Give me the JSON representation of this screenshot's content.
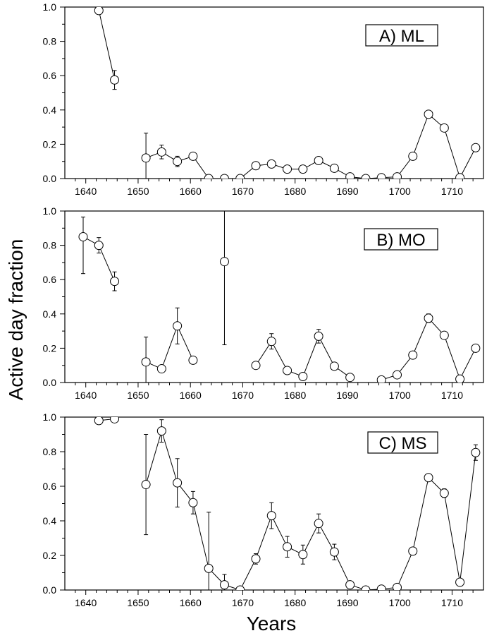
{
  "figure": {
    "ylabel": "Active day fraction",
    "xlabel": "Years"
  },
  "chart_data": [
    {
      "type": "scatter",
      "label": "A)  ML",
      "xlim": [
        1636,
        1716
      ],
      "ylim": [
        0,
        1.0
      ],
      "xticks": [
        1640,
        1650,
        1660,
        1670,
        1680,
        1690,
        1700,
        1710
      ],
      "yticks": [
        0.0,
        0.2,
        0.4,
        0.6,
        0.8,
        1.0
      ],
      "ytick_labels": [
        "0.0",
        "0.2",
        "0.4",
        "0.6",
        "0.8",
        "1.0"
      ],
      "xtick_labels": [
        "1640",
        "1650",
        "1660",
        "1670",
        "1680",
        "1690",
        "1700",
        "1710"
      ],
      "segments": [
        [
          {
            "x": 1642.5,
            "y": 0.98,
            "err": 0.01
          },
          {
            "x": 1645.5,
            "y": 0.575,
            "err": 0.055
          }
        ],
        [
          {
            "x": 1651.5,
            "y": 0.12,
            "err": 0.145
          },
          {
            "x": 1654.5,
            "y": 0.155,
            "err": 0.04
          },
          {
            "x": 1657.5,
            "y": 0.1,
            "err": 0.03
          },
          {
            "x": 1660.5,
            "y": 0.13,
            "err": 0.015
          },
          {
            "x": 1663.5,
            "y": 0.0,
            "err": 0.01
          },
          {
            "x": 1666.5,
            "y": 0.0,
            "err": 0.01
          },
          {
            "x": 1669.5,
            "y": 0.0,
            "err": 0.01
          },
          {
            "x": 1672.5,
            "y": 0.075,
            "err": 0.02
          },
          {
            "x": 1675.5,
            "y": 0.085,
            "err": 0.02
          },
          {
            "x": 1678.5,
            "y": 0.055,
            "err": 0.015
          },
          {
            "x": 1681.5,
            "y": 0.055,
            "err": 0.02
          },
          {
            "x": 1684.5,
            "y": 0.105,
            "err": 0.02
          },
          {
            "x": 1687.5,
            "y": 0.06,
            "err": 0.02
          },
          {
            "x": 1690.5,
            "y": 0.01,
            "err": 0.01
          },
          {
            "x": 1693.5,
            "y": 0.0,
            "err": 0.01
          },
          {
            "x": 1696.5,
            "y": 0.005,
            "err": 0.01
          },
          {
            "x": 1699.5,
            "y": 0.01,
            "err": 0.01
          },
          {
            "x": 1702.5,
            "y": 0.13,
            "err": 0.02
          },
          {
            "x": 1705.5,
            "y": 0.375,
            "err": 0.02
          },
          {
            "x": 1708.5,
            "y": 0.295,
            "err": 0.02
          },
          {
            "x": 1711.5,
            "y": 0.005,
            "err": 0.01
          },
          {
            "x": 1714.5,
            "y": 0.18,
            "err": 0.02
          }
        ]
      ]
    },
    {
      "type": "scatter",
      "label": "B)  MO",
      "xlim": [
        1636,
        1716
      ],
      "ylim": [
        0,
        1.0
      ],
      "xticks": [
        1640,
        1650,
        1660,
        1670,
        1680,
        1690,
        1700,
        1710
      ],
      "yticks": [
        0.0,
        0.2,
        0.4,
        0.6,
        0.8,
        1.0
      ],
      "ytick_labels": [
        "0.0",
        "0.2",
        "0.4",
        "0.6",
        "0.8",
        "1.0"
      ],
      "xtick_labels": [
        "1640",
        "1650",
        "1660",
        "1670",
        "1680",
        "1690",
        "1700",
        "1710"
      ],
      "segments": [
        [
          {
            "x": 1639.5,
            "y": 0.85,
            "err_lo": 0.215,
            "err_hi": 0.115
          },
          {
            "x": 1642.5,
            "y": 0.8,
            "err": 0.045
          },
          {
            "x": 1645.5,
            "y": 0.59,
            "err": 0.055
          }
        ],
        [
          {
            "x": 1651.5,
            "y": 0.12,
            "err": 0.145
          },
          {
            "x": 1654.5,
            "y": 0.08,
            "err": 0.015
          },
          {
            "x": 1657.5,
            "y": 0.33,
            "err": 0.105
          },
          {
            "x": 1660.5,
            "y": 0.13,
            "err": 0.015
          }
        ],
        [
          {
            "x": 1666.5,
            "y": 0.705,
            "err_lo": 0.485,
            "err_hi": 0.295
          }
        ],
        [
          {
            "x": 1672.5,
            "y": 0.1,
            "err": 0.02
          },
          {
            "x": 1675.5,
            "y": 0.24,
            "err": 0.045
          },
          {
            "x": 1678.5,
            "y": 0.07,
            "err": 0.02
          },
          {
            "x": 1681.5,
            "y": 0.035,
            "err": 0.02
          },
          {
            "x": 1684.5,
            "y": 0.27,
            "err": 0.04
          },
          {
            "x": 1687.5,
            "y": 0.095,
            "err": 0.02
          },
          {
            "x": 1690.5,
            "y": 0.03,
            "err": 0.02
          }
        ],
        [
          {
            "x": 1696.5,
            "y": 0.015,
            "err": 0.02
          },
          {
            "x": 1699.5,
            "y": 0.045,
            "err": 0.015
          },
          {
            "x": 1702.5,
            "y": 0.16,
            "err": 0.02
          },
          {
            "x": 1705.5,
            "y": 0.375,
            "err": 0.025
          },
          {
            "x": 1708.5,
            "y": 0.275,
            "err": 0.02
          },
          {
            "x": 1711.5,
            "y": 0.02,
            "err": 0.01
          },
          {
            "x": 1714.5,
            "y": 0.2,
            "err": 0.02
          }
        ]
      ]
    },
    {
      "type": "scatter",
      "label": "C)  MS",
      "xlim": [
        1636,
        1716
      ],
      "ylim": [
        0,
        1.0
      ],
      "xticks": [
        1640,
        1650,
        1660,
        1670,
        1680,
        1690,
        1700,
        1710
      ],
      "yticks": [
        0.0,
        0.2,
        0.4,
        0.6,
        0.8,
        1.0
      ],
      "ytick_labels": [
        "0.0",
        "0.2",
        "0.4",
        "0.6",
        "0.8",
        "1.0"
      ],
      "xtick_labels": [
        "1640",
        "1650",
        "1660",
        "1670",
        "1680",
        "1690",
        "1700",
        "1710"
      ],
      "segments": [
        [
          {
            "x": 1642.5,
            "y": 0.98,
            "err": 0.01
          },
          {
            "x": 1645.5,
            "y": 0.99,
            "err": 0.01
          }
        ],
        [
          {
            "x": 1651.5,
            "y": 0.61,
            "err": 0.29
          },
          {
            "x": 1654.5,
            "y": 0.92,
            "err": 0.065
          },
          {
            "x": 1657.5,
            "y": 0.62,
            "err": 0.14
          },
          {
            "x": 1660.5,
            "y": 0.505,
            "err": 0.065
          },
          {
            "x": 1663.5,
            "y": 0.125,
            "err": 0.325
          },
          {
            "x": 1666.5,
            "y": 0.03,
            "err": 0.06
          },
          {
            "x": 1669.5,
            "y": 0.0,
            "err": 0.01
          },
          {
            "x": 1672.5,
            "y": 0.18,
            "err": 0.03
          },
          {
            "x": 1675.5,
            "y": 0.43,
            "err": 0.075
          },
          {
            "x": 1678.5,
            "y": 0.25,
            "err": 0.06
          },
          {
            "x": 1681.5,
            "y": 0.205,
            "err": 0.055
          },
          {
            "x": 1684.5,
            "y": 0.385,
            "err": 0.055
          },
          {
            "x": 1687.5,
            "y": 0.22,
            "err": 0.045
          },
          {
            "x": 1690.5,
            "y": 0.03,
            "err": 0.02
          },
          {
            "x": 1693.5,
            "y": 0.0,
            "err": 0.01
          },
          {
            "x": 1696.5,
            "y": 0.005,
            "err": 0.015
          },
          {
            "x": 1699.5,
            "y": 0.015,
            "err": 0.02
          },
          {
            "x": 1702.5,
            "y": 0.225,
            "err": 0.01
          },
          {
            "x": 1705.5,
            "y": 0.65,
            "err": 0.01
          },
          {
            "x": 1708.5,
            "y": 0.56,
            "err": 0.025
          },
          {
            "x": 1711.5,
            "y": 0.045,
            "err": 0.01
          },
          {
            "x": 1714.5,
            "y": 0.795,
            "err": 0.045
          }
        ]
      ]
    }
  ]
}
